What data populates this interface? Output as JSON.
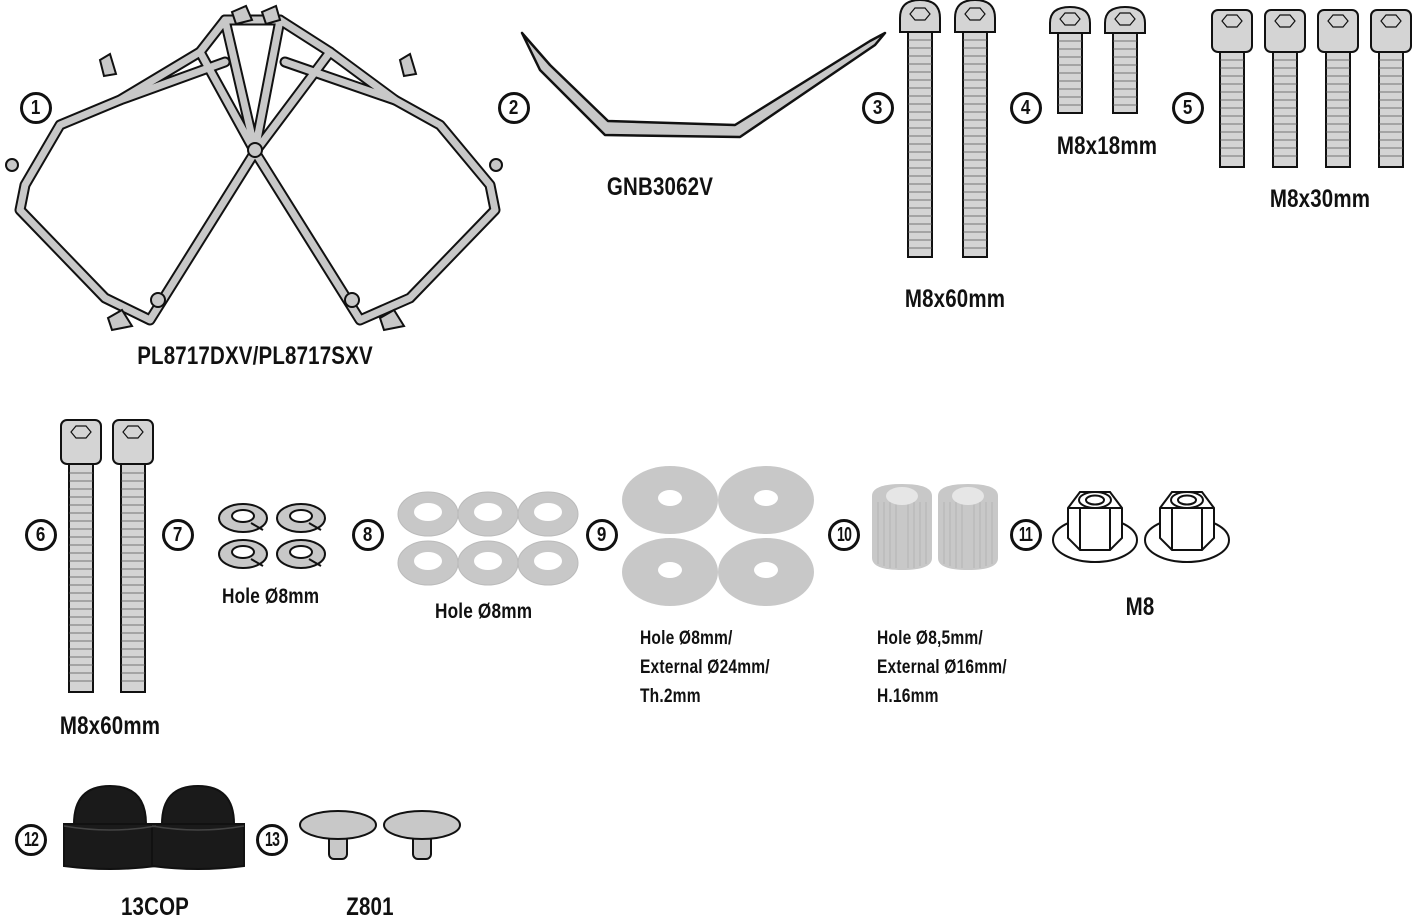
{
  "items": [
    {
      "number": "1",
      "label": "PL8717DXV/PL8717SXV"
    },
    {
      "number": "2",
      "label": "GNB3062V"
    },
    {
      "number": "3",
      "label": "M8x60mm"
    },
    {
      "number": "4",
      "label": "M8x18mm"
    },
    {
      "number": "5",
      "label": "M8x30mm"
    },
    {
      "number": "6",
      "label": "M8x60mm"
    },
    {
      "number": "7",
      "label": "Hole Ø8mm"
    },
    {
      "number": "8",
      "label": "Hole Ø8mm"
    },
    {
      "number": "9",
      "label_lines": [
        "Hole Ø8mm/",
        "External Ø24mm/",
        "Th.2mm"
      ]
    },
    {
      "number": "10",
      "label_lines": [
        "Hole Ø8,5mm/",
        "External Ø16mm/",
        "H.16mm"
      ]
    },
    {
      "number": "11",
      "label": "M8"
    },
    {
      "number": "12",
      "label": "13COP"
    },
    {
      "number": "13",
      "label": "Z801"
    }
  ],
  "colors": {
    "part_fill": "#c8c8c8",
    "outline": "#111111",
    "cap": "#1a1a1a"
  }
}
